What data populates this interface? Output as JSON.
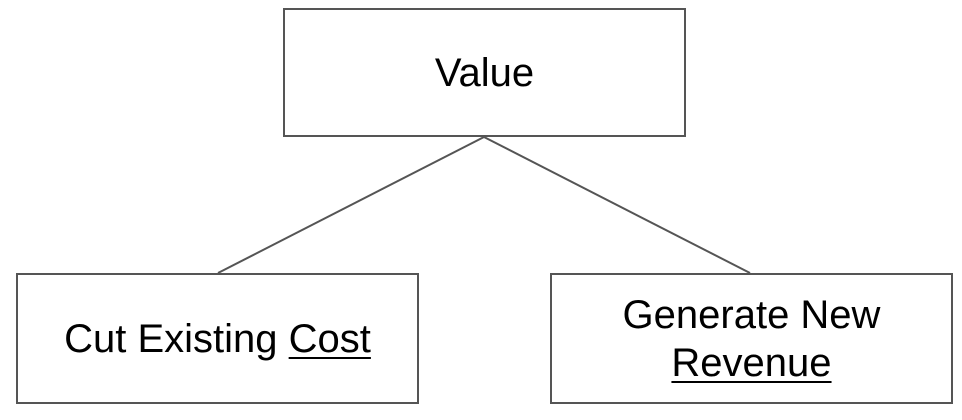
{
  "diagram": {
    "root": {
      "label": "Value"
    },
    "children": [
      {
        "prefix": "Cut Existing ",
        "emphasis": "Cost"
      },
      {
        "line1": "Generate New",
        "emphasis": "Revenue"
      }
    ],
    "colors": {
      "border": "#555555",
      "connector": "#555555",
      "text": "#000000",
      "background": "#ffffff"
    }
  }
}
